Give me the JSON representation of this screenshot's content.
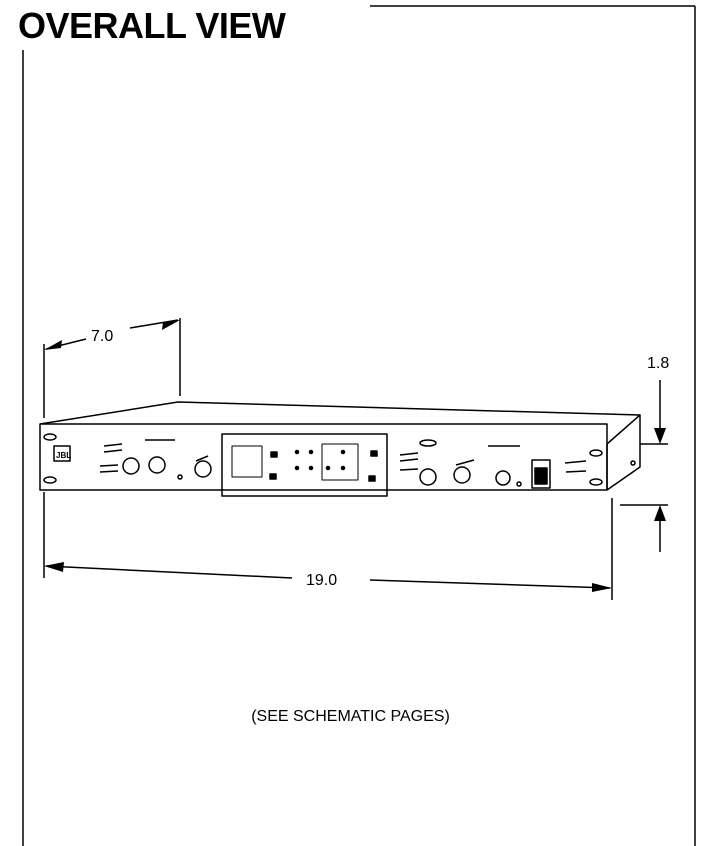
{
  "title": "OVERALL VIEW",
  "dimensions": {
    "depth": "7.0",
    "height": "1.8",
    "width": "19.0"
  },
  "note": "(SEE SCHEMATIC PAGES)",
  "unit_logo": "JBL"
}
